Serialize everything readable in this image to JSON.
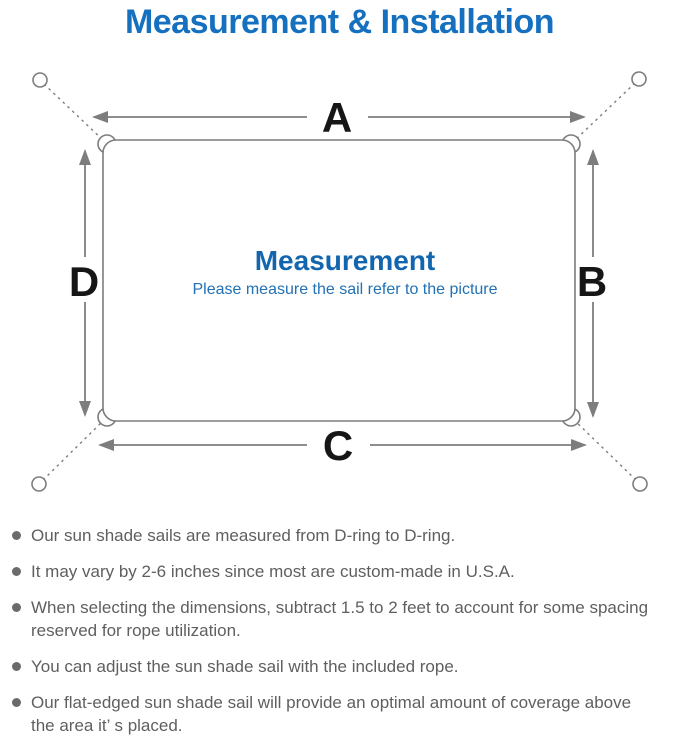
{
  "page": {
    "title": "Measurement & Installation"
  },
  "colors": {
    "title_blue": "#1570bf",
    "center_blue": "#1366ae",
    "subtitle_blue": "#2271b6",
    "line_gray": "#7d7d7d",
    "label_black": "#161616",
    "note_gray": "#5f5f5f",
    "bullet_gray": "#6b6b6b"
  },
  "diagram": {
    "labels": {
      "top": "A",
      "right": "B",
      "bottom": "C",
      "left": "D"
    },
    "center": {
      "title": "Measurement",
      "subtitle": "Please measure the sail refer to the picture"
    }
  },
  "notes": {
    "items": [
      {
        "lines": [
          "Our sun shade sails are measured from D-ring to D-ring."
        ]
      },
      {
        "lines": [
          "It may vary by 2-6 inches since most are custom-made in U.S.A."
        ]
      },
      {
        "lines": [
          "When selecting the dimensions, subtract 1.5 to 2 feet to account for some spacing",
          "reserved for rope utilization."
        ]
      },
      {
        "lines": [
          "You can adjust the sun shade sail with the included rope."
        ]
      },
      {
        "lines": [
          "Our flat-edged sun shade sail will provide an optimal amount of coverage above",
          "the area it’ s placed."
        ]
      }
    ]
  }
}
